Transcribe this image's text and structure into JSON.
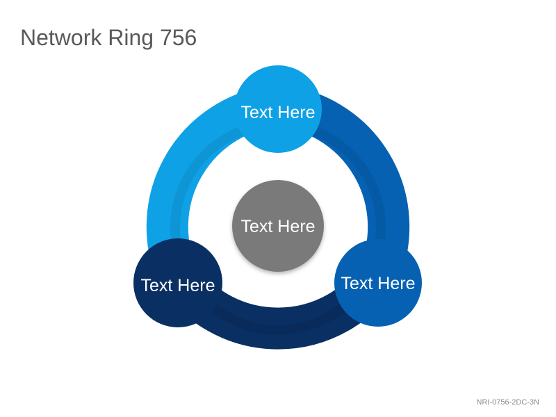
{
  "title": "Network Ring 756",
  "footer": "NRI-0756-2DC-3N",
  "colors": {
    "segment_top_left": "#0ea1e6",
    "segment_right": "#0661b2",
    "segment_bottom": "#0a2f62",
    "center": "#7a7a7a",
    "node_top": "#0ea1e6",
    "node_right": "#0661b2",
    "node_left": "#0a2f62"
  },
  "diagram": {
    "center_label": "Text Here",
    "node_top_label": "Text Here",
    "node_right_label": "Text Here",
    "node_left_label": "Text Here"
  }
}
